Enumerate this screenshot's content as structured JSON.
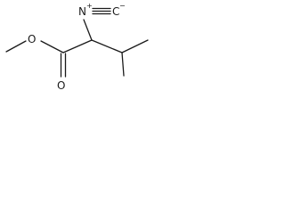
{
  "structure": {
    "atoms": {
      "ester_oxygen": "O",
      "carbonyl_oxygen": "O",
      "isocyanide_nitrogen": "N",
      "isocyanide_nitrogen_charge": "+",
      "isocyanide_carbon": "C",
      "isocyanide_carbon_charge": "−"
    }
  },
  "colors": {
    "bond": "#1a1a1a",
    "background": "#ffffff"
  }
}
